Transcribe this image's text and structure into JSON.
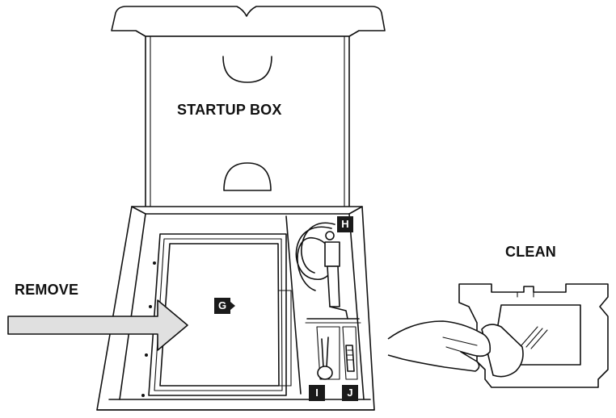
{
  "labels": {
    "box_title": "STARTUP BOX",
    "remove": "REMOVE",
    "clean": "CLEAN"
  },
  "callouts": {
    "g": "G",
    "h": "H",
    "i": "I",
    "j": "J"
  },
  "colors": {
    "line": "#111111",
    "arrow_fill": "#e0e0e0",
    "tag_bg": "#1a1a1a"
  }
}
